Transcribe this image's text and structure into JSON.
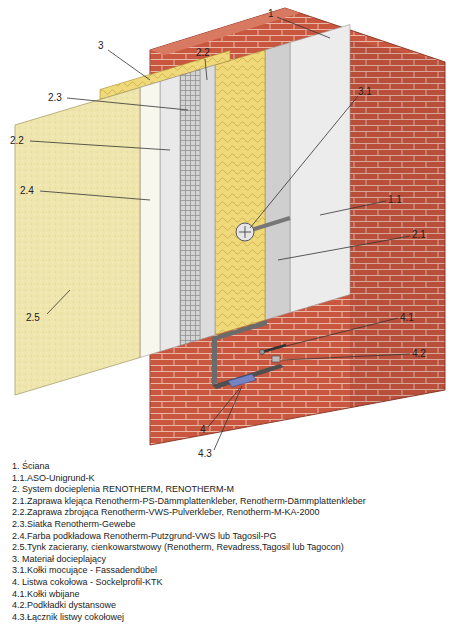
{
  "diagram": {
    "labels": [
      "1",
      "3",
      "2.2",
      "2.3",
      "2.2",
      "2.4",
      "2.5",
      "3.1",
      "1.1",
      "2.1",
      "4.1",
      "4.2",
      "4",
      "4.3",
      "1.  Ściana",
      "1.1.ASO-Unigrund-K",
      "2.  System docieplenia RENOTHERM, RENOTHERM-M",
      "2.1.Zaprawa klejąca Renotherm-PS-Dämmplattenkleber, Renotherm-Dämmplattenkleber",
      "2.2.Zaprawa zbrojąca Renotherm-VWS-Pulverkleber, Renotherm-M-KA-2000",
      "2.3.Siatka Renotherm-Gewebe",
      "2.4.Farba podkładowa Renotherm-Putzgrund-VWS lub Tagosil-PG",
      "2.5.Tynk zacierany,  cienkowarstwowy (Renotherm, Revadress,Tagosil lub Tagocon)",
      "3.  Materiał docieplający",
      "3.1.Kołki mocujące - Fassadendübel",
      "4.  Listwa cokołowa - Sockelprofil-KTK",
      "4.1.Kołki wbijane",
      "4.2.Podkładki dystansowe",
      "4.3.Łącznik listwy cokołowej"
    ]
  }
}
